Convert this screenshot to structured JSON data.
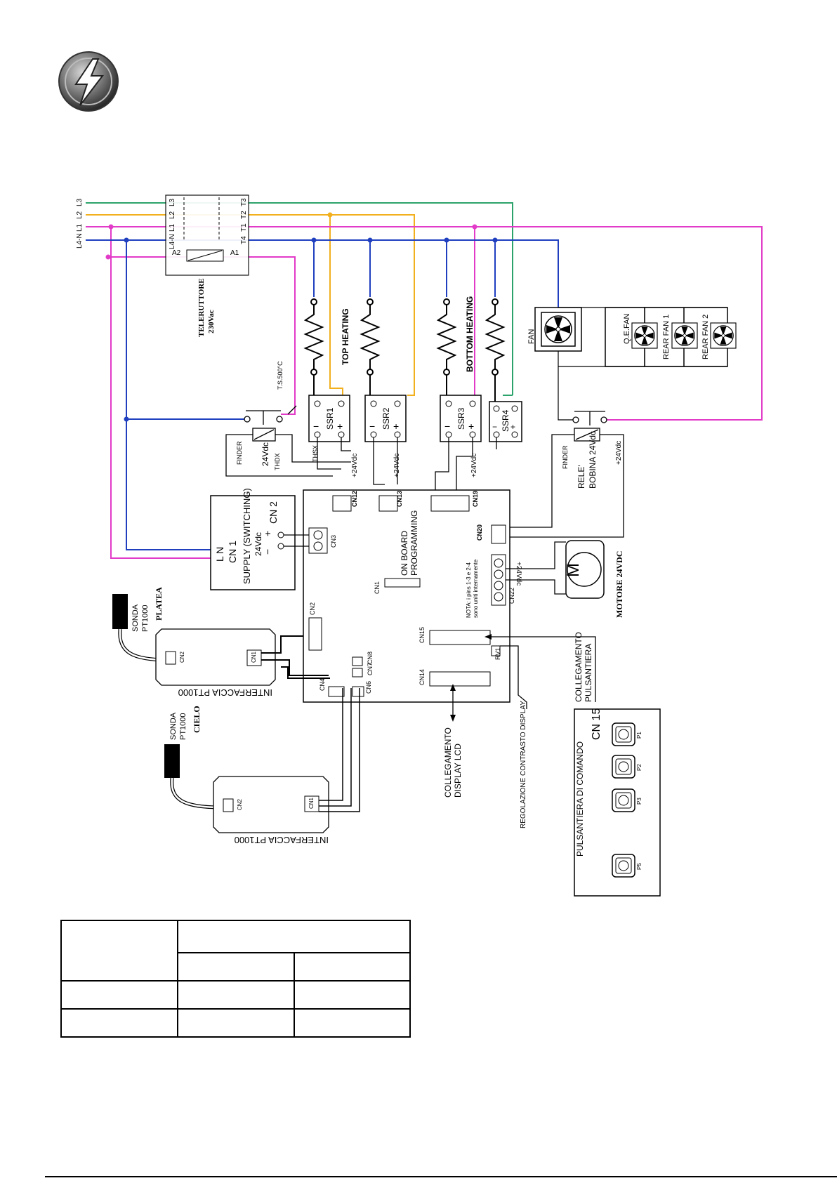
{
  "icon": {
    "name": "lightning-icon"
  },
  "colors": {
    "L3": "#2ca36b",
    "L2": "#f2b01e",
    "L1": "#e23bc8",
    "neutral": "#1f3fbf"
  },
  "mains": {
    "lines": [
      "L3",
      "L2",
      "L1",
      "L4-N"
    ]
  },
  "contactor": {
    "label": "TELERUTTORE",
    "voltage": "230Vac",
    "terminals_in": [
      "L3",
      "L2",
      "L1",
      "L4-N"
    ],
    "terminals_out": [
      "T3",
      "T2",
      "T1",
      "T4"
    ],
    "coil": [
      "A2",
      "A1"
    ]
  },
  "heaters": {
    "top": "TOP HEATING",
    "bottom": "BOTTOM HEATING"
  },
  "ssr": [
    "SSR1",
    "SSR2",
    "SSR3",
    "SSR4"
  ],
  "fans": {
    "main": "FAN",
    "qe": "Q.E.FAN",
    "rear1": "REAR FAN 1",
    "rear2": "REAR FAN 2"
  },
  "thermostat": {
    "label": "T.S.500°C"
  },
  "relay_left": {
    "label": "FINDER",
    "voltage": "24Vdc"
  },
  "relay_right": {
    "brand": "FINDER",
    "label_1": "RELE'",
    "label_2": "BOBINA 24Vdc",
    "supply": "+24Vdc"
  },
  "probes_wires": {
    "thsx": "THSX",
    "thdx": "THDX"
  },
  "supply_unit": {
    "title": "SUPPLY (SWITCHING)",
    "voltage": "24Vdc",
    "cn1": "CN 1",
    "cn2": "CN 2",
    "ln": "L  N",
    "minus": "−",
    "plus": "+"
  },
  "board": {
    "connectors": [
      "CN12",
      "CN13",
      "CN19",
      "CN20",
      "CN3",
      "CN2",
      "CN1",
      "CN15",
      "CN14",
      "CN8",
      "CN7",
      "CN4",
      "CN6",
      "CN22",
      "RV1"
    ],
    "plus24": "+24Vdc",
    "programming_1": "ON BOARD",
    "programming_2": "PROGRAMMING",
    "note_1": "NOTA: i pins 1-3 e 2-4",
    "note_2": "sono uniti internamente"
  },
  "motor": {
    "label": "MOTORE 24VDC",
    "symbol": "M",
    "supply": "+24Vdc"
  },
  "interface_top": {
    "label": "INTERFACCIA PT1000",
    "probe_1": "SONDA",
    "probe_2": "PT1000",
    "probe_3": "PLATEA",
    "cn1": "CN1",
    "cn2": "CN2"
  },
  "interface_bottom": {
    "label": "INTERFACCIA PT1000",
    "probe_1": "SONDA",
    "probe_2": "PT1000",
    "probe_3": "CIELO",
    "cn1": "CN1",
    "cn2": "CN2"
  },
  "display_link": {
    "line_1": "COLLEGAMENTO",
    "line_2": "DISPLAY LCD"
  },
  "contrast": {
    "label": "REGOLAZIONE CONTRASTO DISPLAY"
  },
  "buttons_link": {
    "line_1": "COLLEGAMENTO",
    "line_2": "PULSANTIERA"
  },
  "button_panel": {
    "title": "PULSANTIERA DI COMANDO",
    "connector": "CN 15",
    "buttons": [
      "P1",
      "P2",
      "P3",
      "P5"
    ]
  }
}
